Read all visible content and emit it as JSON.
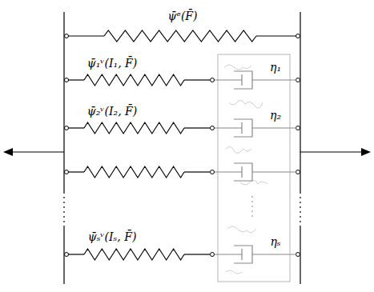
{
  "diagram": {
    "labels": [
      "ψ̄ᵉ(F̄)",
      "ψ̄₁ᵛ(I₁, F̄)",
      "ψ̄₂ᵛ(I₂, F̄)",
      "ψ̄ₛᵛ(Iₛ, F̄)",
      "η₁",
      "η₂",
      "ηₛ"
    ]
  }
}
